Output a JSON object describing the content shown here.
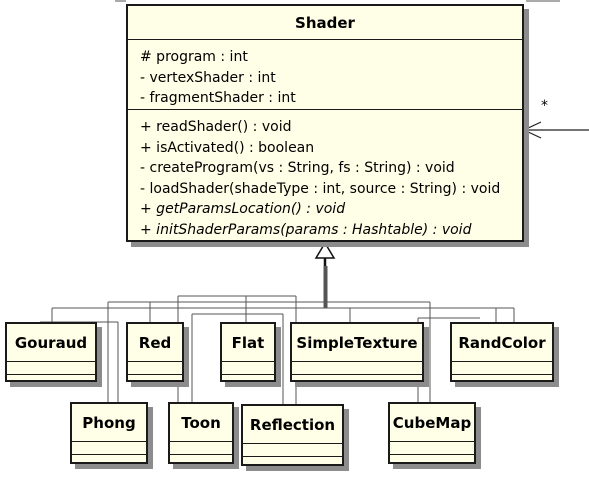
{
  "shader": {
    "name": "Shader",
    "attributes": [
      "# program : int",
      "- vertexShader : int",
      "- fragmentShader : int"
    ],
    "operations": [
      "+ readShader() : void",
      "+ isActivated() : boolean",
      "- createProgram(vs : String, fs : String) : void",
      "- loadShader(shadeType : int, source : String) : void",
      "+ getParamsLocation() : void",
      "+ initShaderParams(params : Hashtable) : void"
    ]
  },
  "subclasses": {
    "gouraud": "Gouraud",
    "red": "Red",
    "flat": "Flat",
    "simple_texture": "SimpleTexture",
    "rand_color": "RandColor",
    "phong": "Phong",
    "toon": "Toon",
    "reflection": "Reflection",
    "cube_map": "CubeMap"
  },
  "association": {
    "multiplicity": "*"
  },
  "colors": {
    "class_fill": "#fffee6",
    "class_border": "#1a1a1a",
    "shadow": "#8c8c8c",
    "edge": "#444444"
  }
}
